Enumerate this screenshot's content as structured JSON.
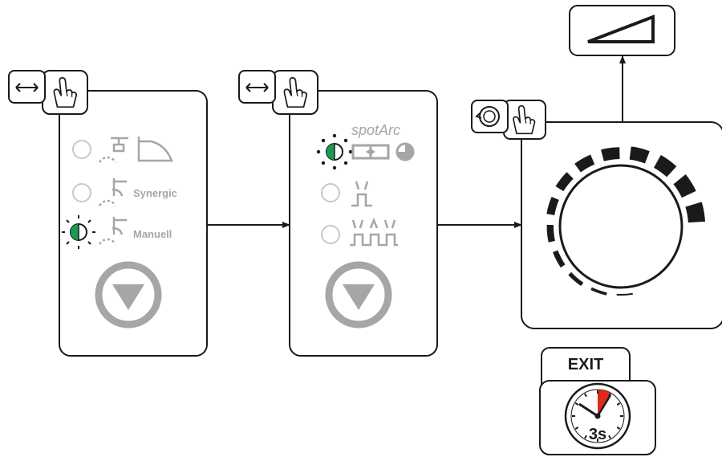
{
  "panel1": {
    "options": [
      {
        "label": "",
        "icon": "torch-gas-curve-icon",
        "led": "off"
      },
      {
        "label": "Synergic",
        "icon": "torch-synergic-icon",
        "led": "off"
      },
      {
        "label": "Manuell",
        "icon": "torch-manual-icon",
        "led": "blinking-green"
      }
    ],
    "select_button_icon": "triangle-down-button-icon",
    "switch_icon": "double-arrow-hand-icon"
  },
  "panel2": {
    "title": "spotArc",
    "options": [
      {
        "label": "",
        "icon": "spot-timer-icon",
        "led": "blinking-green"
      },
      {
        "label": "",
        "icon": "pulse-single-icon",
        "led": "off"
      },
      {
        "label": "",
        "icon": "pulse-multi-icon",
        "led": "off"
      }
    ],
    "select_button_icon": "triangle-down-button-icon",
    "switch_icon": "double-arrow-hand-icon"
  },
  "panel3": {
    "knob_icon": "rotary-knob-icon",
    "rotate_icon": "rotate-hand-icon",
    "result_icon": "ramp-triangle-icon"
  },
  "exit": {
    "label": "EXIT",
    "time": "3s",
    "icon": "stopwatch-icon"
  },
  "colors": {
    "stroke": "#1a1a1a",
    "led_green": "#1a9a55",
    "grey": "#a6a6a6",
    "light_grey": "#c8c8c8",
    "red": "#e02a1c"
  }
}
